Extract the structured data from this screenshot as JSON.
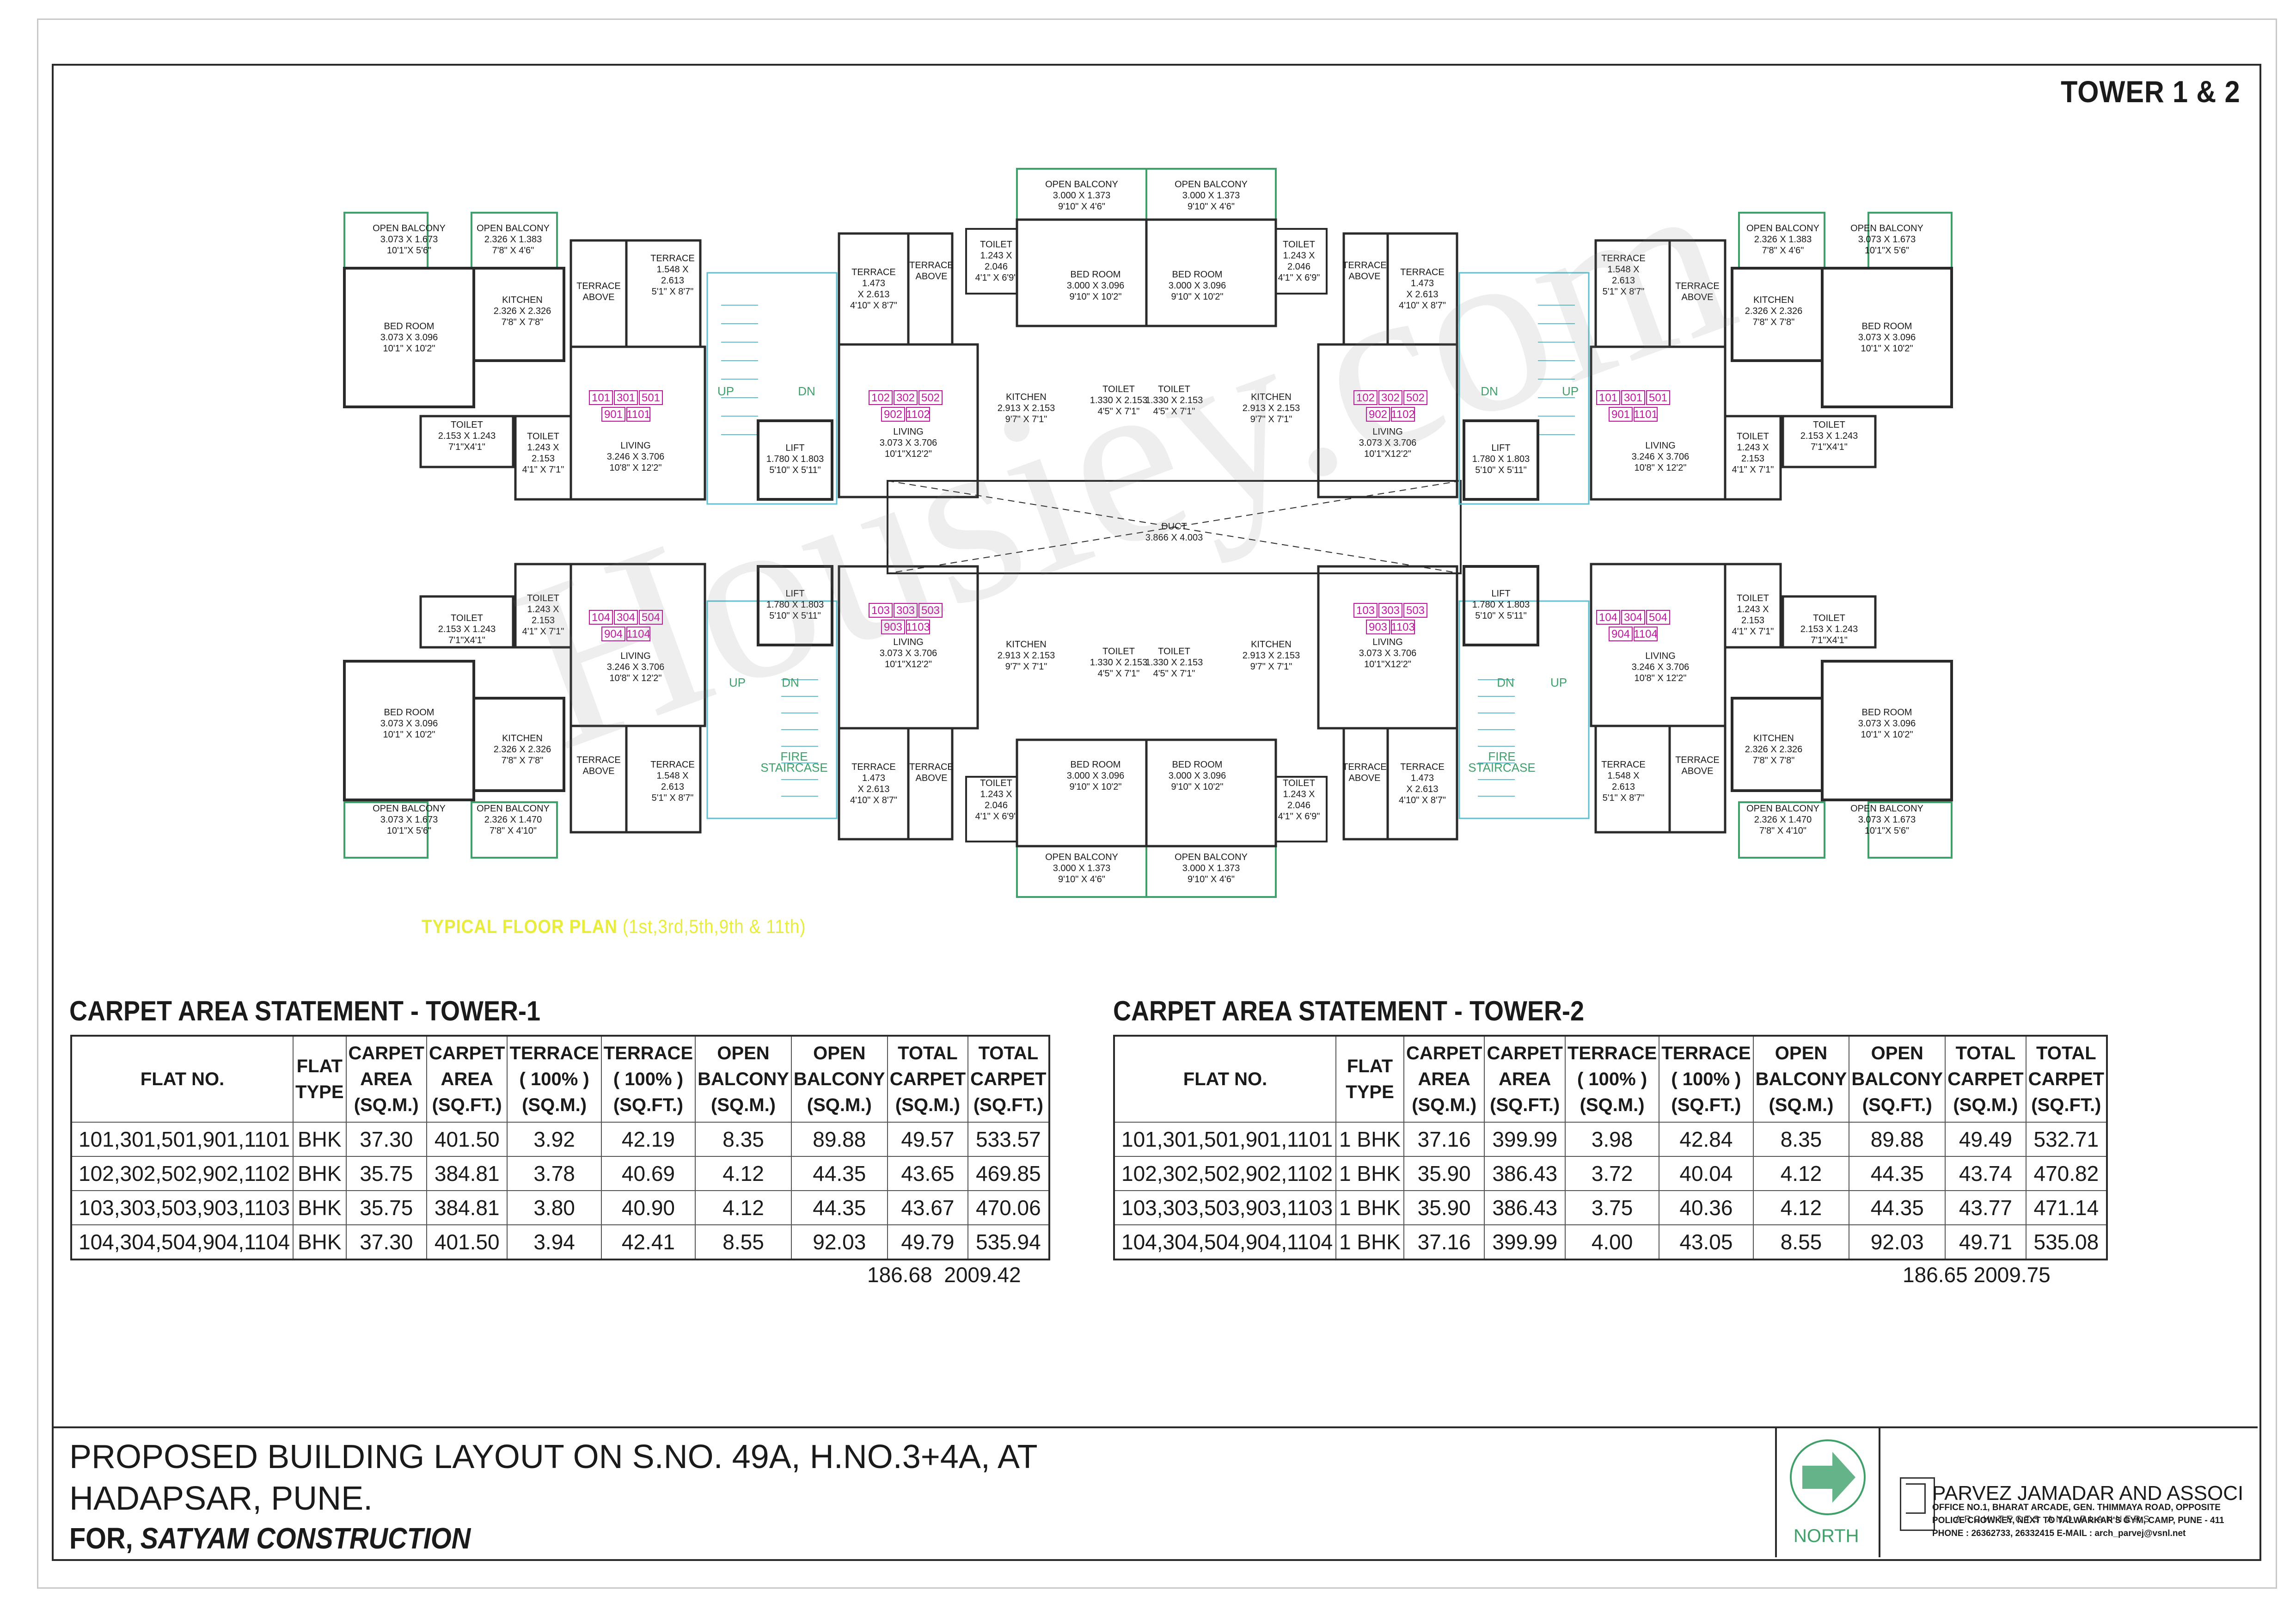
{
  "tower_title": "TOWER  1 & 2",
  "watermark": "Housiey.com",
  "plan": {
    "typical_floor_label": "TYPICAL FLOOR PLAN",
    "typical_floor_floors": "(1st,3rd,5th,9th & 11th)",
    "up": "UP",
    "dn": "DN",
    "fire_staircase": [
      "FIRE",
      "STAIRCASE"
    ],
    "duct": [
      "DUCT",
      "3.866 X 4.003"
    ],
    "lift": [
      "LIFT",
      "1.780 X 1.803",
      "5'10\" X 5'11\""
    ],
    "open_balcony_side": [
      "OPEN BALCONY",
      "3.073 X 1.673",
      "10'1\"X 5'6\""
    ],
    "open_balcony_kitchen_top": [
      "OPEN BALCONY",
      "2.326 X 1.383",
      "7'8\" X 4'6\""
    ],
    "open_balcony_kitchen_bottom": [
      "OPEN BALCONY",
      "2.326 X 1.470",
      "7'8\" X 4'10\""
    ],
    "open_balcony_center": [
      "OPEN BALCONY",
      "3.000 X 1.373",
      "9'10\" X 4'6\""
    ],
    "bed_room_side": [
      "BED ROOM",
      "3.073 X 3.096",
      "10'1\" X 10'2\""
    ],
    "bed_room_center": [
      "BED ROOM",
      "3.000 X 3.096",
      "9'10\" X 10'2\""
    ],
    "kitchen_side": [
      "KITCHEN",
      "2.326 X 2.326",
      "7'8\" X 7'8\""
    ],
    "kitchen_center": [
      "KITCHEN",
      "2.913 X 2.153",
      "9'7\" X 7'1\""
    ],
    "terrace_above": [
      "TERRACE",
      "ABOVE"
    ],
    "terrace_a": [
      "TERRACE",
      "1.548 X",
      "2.613",
      "5'1\" X 8'7\""
    ],
    "terrace_b": [
      "TERRACE",
      "1.473",
      "X 2.613",
      "4'10\" X 8'7\""
    ],
    "toilet_a": [
      "TOILET",
      "2.153 X 1.243",
      "7'1\"X4'1\""
    ],
    "toilet_b": [
      "TOILET",
      "1.243 X",
      "2.153",
      "4'1\" X 7'1\""
    ],
    "toilet_c": [
      "TOILET",
      "1.243 X",
      "2.046",
      "4'1\" X 6'9\""
    ],
    "toilet_d": [
      "TOILET",
      "1.330 X 2.153",
      "4'5\" X 7'1\""
    ],
    "living_a": [
      "LIVING",
      "3.246 X 3.706",
      "10'8\" X 12'2\""
    ],
    "living_b": [
      "LIVING",
      "3.073 X 3.706",
      "10'1\"X12'2\""
    ],
    "flat_groups": [
      {
        "top": [
          "101",
          "301",
          "501"
        ],
        "bottom": [
          "901",
          "1101"
        ]
      },
      {
        "top": [
          "102",
          "302",
          "502"
        ],
        "bottom": [
          "902",
          "1102"
        ]
      },
      {
        "top": [
          "103",
          "303",
          "503"
        ],
        "bottom": [
          "903",
          "1103"
        ]
      },
      {
        "top": [
          "104",
          "304",
          "504"
        ],
        "bottom": [
          "904",
          "1104"
        ]
      }
    ]
  },
  "tower1": {
    "title": "CARPET AREA STATEMENT - TOWER-1",
    "headers": [
      [
        "FLAT NO."
      ],
      [
        "FLAT",
        "TYPE"
      ],
      [
        "CARPET",
        "AREA",
        "(SQ.M.)"
      ],
      [
        "CARPET",
        "AREA",
        "(SQ.FT.)"
      ],
      [
        "TERRACE",
        "( 100% )",
        "(SQ.M.)"
      ],
      [
        "TERRACE",
        "( 100% )",
        "(SQ.FT.)"
      ],
      [
        "OPEN",
        "BALCONY",
        "(SQ.M.)"
      ],
      [
        "OPEN",
        "BALCONY",
        "(SQ.M.)"
      ],
      [
        "TOTAL",
        "CARPET",
        "(SQ.M.)"
      ],
      [
        "TOTAL",
        "CARPET",
        "(SQ.FT.)"
      ]
    ],
    "rows": [
      [
        "101,301,501,901,1101",
        "BHK",
        "37.30",
        "401.50",
        "3.92",
        "42.19",
        "8.35",
        "89.88",
        "49.57",
        "533.57"
      ],
      [
        "102,302,502,902,1102",
        "BHK",
        "35.75",
        "384.81",
        "3.78",
        "40.69",
        "4.12",
        "44.35",
        "43.65",
        "469.85"
      ],
      [
        "103,303,503,903,1103",
        "BHK",
        "35.75",
        "384.81",
        "3.80",
        "40.90",
        "4.12",
        "44.35",
        "43.67",
        "470.06"
      ],
      [
        "104,304,504,904,1104",
        "BHK",
        "37.30",
        "401.50",
        "3.94",
        "42.41",
        "8.55",
        "92.03",
        "49.79",
        "535.94"
      ]
    ],
    "total_sqm": "186.68",
    "total_sqft": "2009.42"
  },
  "tower2": {
    "title": "CARPET AREA STATEMENT - TOWER-2",
    "headers": [
      [
        "FLAT NO."
      ],
      [
        "FLAT",
        "TYPE"
      ],
      [
        "CARPET",
        "AREA",
        "(SQ.M.)"
      ],
      [
        "CARPET",
        "AREA",
        "(SQ.FT.)"
      ],
      [
        "TERRACE",
        "( 100% )",
        "(SQ.M.)"
      ],
      [
        "TERRACE",
        "( 100% )",
        "(SQ.FT.)"
      ],
      [
        "OPEN",
        "BALCONY",
        "(SQ.M.)"
      ],
      [
        "OPEN",
        "BALCONY",
        "(SQ.FT.)"
      ],
      [
        "TOTAL",
        "CARPET",
        "(SQ.M.)"
      ],
      [
        "TOTAL",
        "CARPET",
        "(SQ.FT.)"
      ]
    ],
    "rows": [
      [
        "101,301,501,901,1101",
        "1 BHK",
        "37.16",
        "399.99",
        "3.98",
        "42.84",
        "8.35",
        "89.88",
        "49.49",
        "532.71"
      ],
      [
        "102,302,502,902,1102",
        "1 BHK",
        "35.90",
        "386.43",
        "3.72",
        "40.04",
        "4.12",
        "44.35",
        "43.74",
        "470.82"
      ],
      [
        "103,303,503,903,1103",
        "1 BHK",
        "35.90",
        "386.43",
        "3.75",
        "40.36",
        "4.12",
        "44.35",
        "43.77",
        "471.14"
      ],
      [
        "104,304,504,904,1104",
        "1 BHK",
        "37.16",
        "399.99",
        "4.00",
        "43.05",
        "8.55",
        "92.03",
        "49.71",
        "535.08"
      ]
    ],
    "total_sqm": "186.65",
    "total_sqft": "2009.75"
  },
  "title_block": {
    "line1": "PROPOSED BUILDING LAYOUT ON S.NO. 49A, H.NO.3+4A, AT",
    "line2": "HADAPSAR, PUNE.",
    "for_prefix": "FOR, ",
    "client": "SATYAM CONSTRUCTION",
    "north": "NORTH",
    "firm_name": "PARVEZ JAMADAR AND ASSOCI",
    "firm_sub": "ARCHITECTS AND PLANNERS",
    "address1": "OFFICE NO.1, BHARAT ARCADE, GEN. THIMMAYA ROAD, OPPOSITE",
    "address2": "POLICE CHOWKEY, NEXT TO TALWARKAR'S GYM, CAMP, PUNE - 411",
    "address3": "PHONE : 26362733, 26332415    E-MAIL : arch_parvej@vsnl.net"
  },
  "colors": {
    "wall": "#2a2a2a",
    "balcony_green": "#3fa06a",
    "flat_magenta": "#c0179e",
    "stair_cyan": "#5fc0d0",
    "typical_yellow": "#e8ec3a"
  }
}
